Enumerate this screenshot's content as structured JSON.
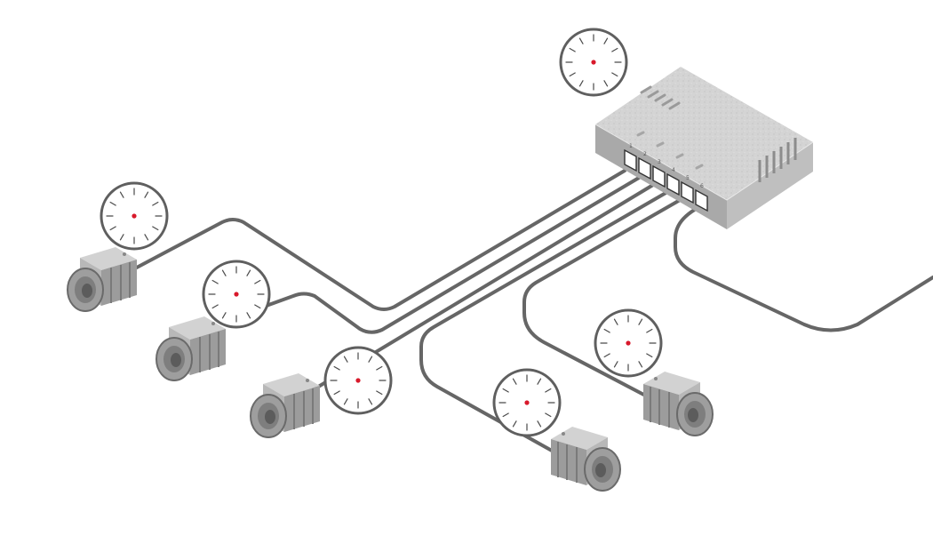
{
  "diagram": {
    "switch": {
      "port_labels": [
        "1",
        "2",
        "3",
        "4",
        "5",
        "6"
      ]
    },
    "colors": {
      "cable": "#666666",
      "switch_body": "#c8c8c8",
      "camera_body": "#a8a8a8",
      "clock_center": "#d8192b",
      "clock_outline": "#5f5f5f"
    },
    "icons": {
      "switch": "network-switch-icon",
      "camera": "industrial-camera-icon",
      "clock": "clock-icon"
    },
    "camera_count": 5,
    "clock_count": 6
  }
}
